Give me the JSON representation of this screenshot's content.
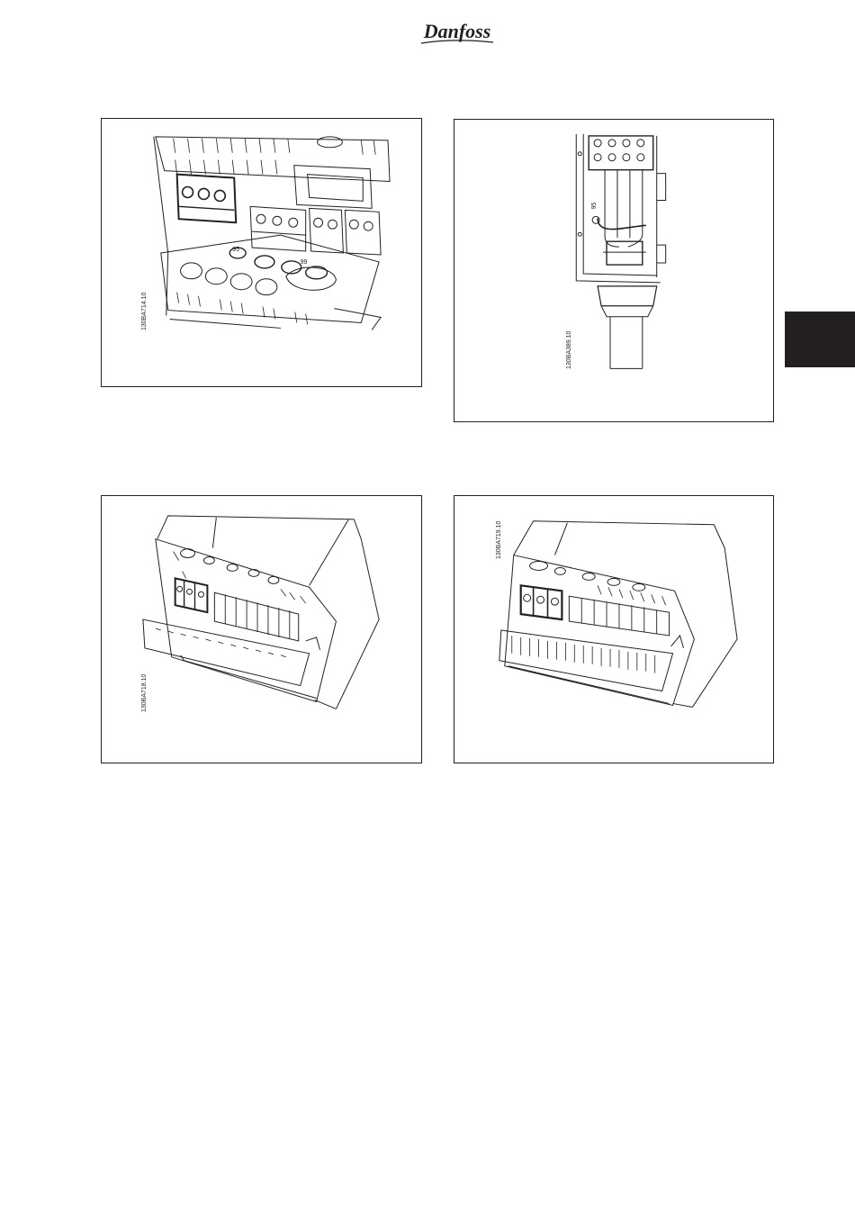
{
  "header": {
    "logo_text": "Danfoss"
  },
  "section_tab": {
    "color": "#231f20"
  },
  "figures": [
    {
      "code": "130BA714.10",
      "terminals": [
        "95",
        "99"
      ]
    },
    {
      "code": "130BA389.10",
      "terminals": [
        "95"
      ]
    },
    {
      "code": "130BA718.10"
    },
    {
      "code": "130BA719.10"
    }
  ]
}
